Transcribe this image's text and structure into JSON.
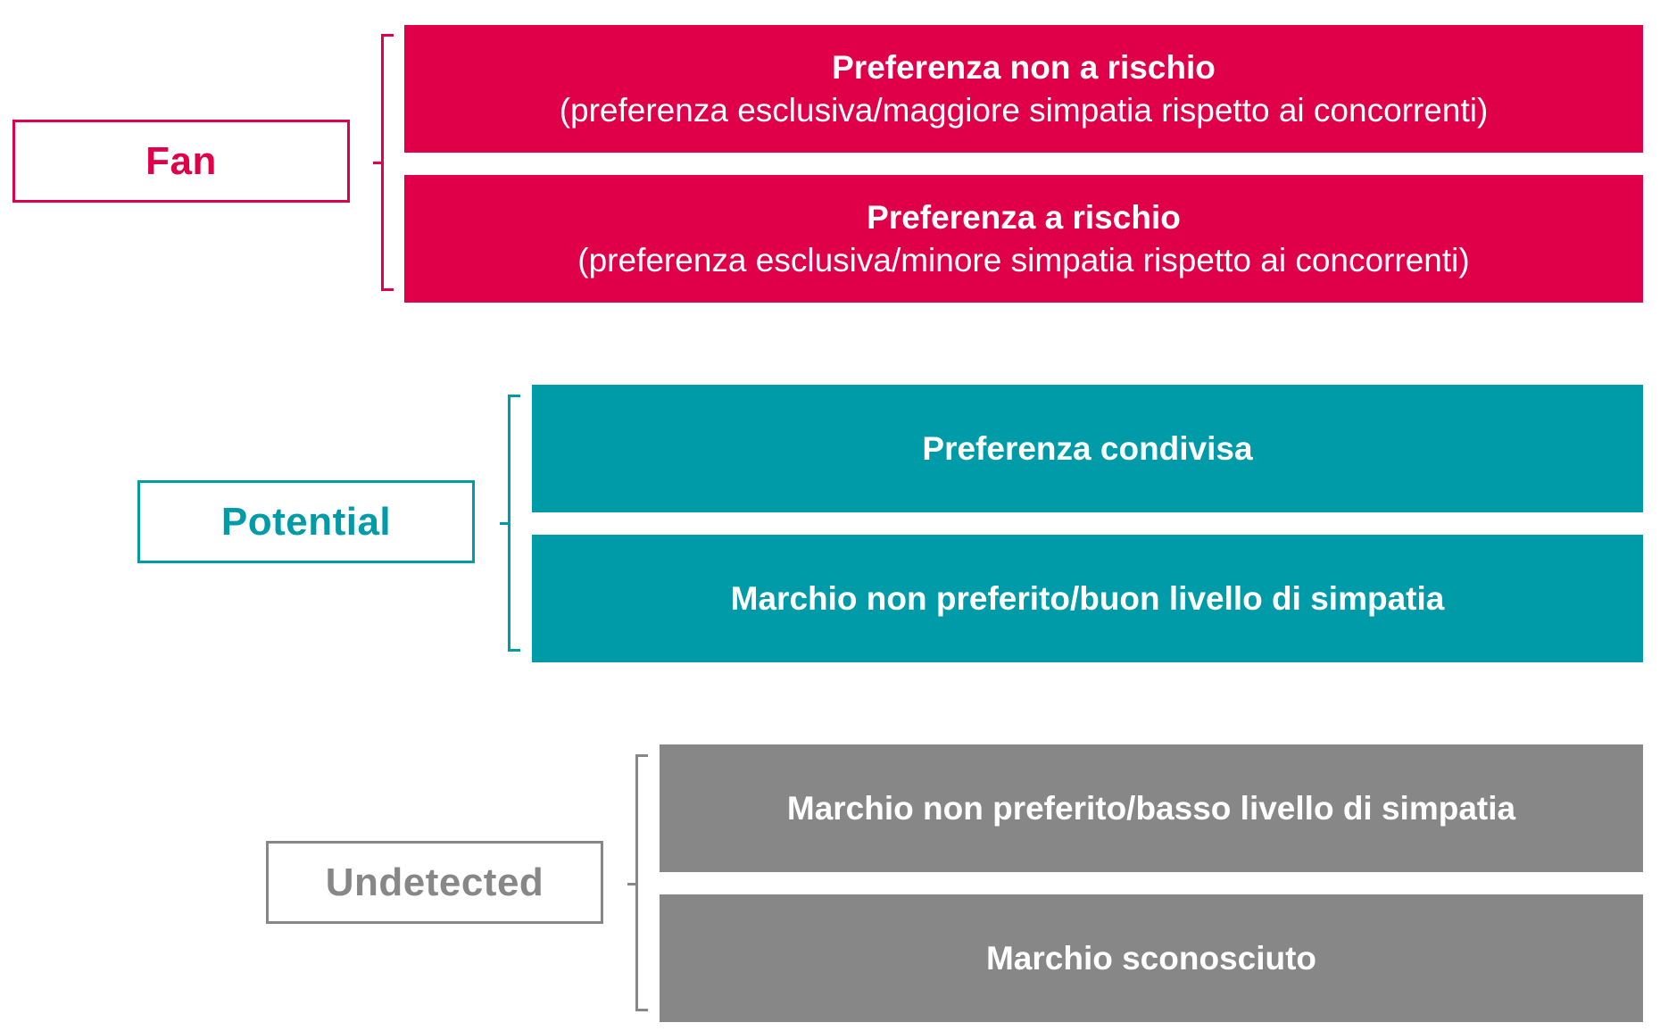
{
  "colors": {
    "fan": "#e0004a",
    "potential": "#009ba8",
    "undetected": "#878787"
  },
  "groups": [
    {
      "label": "Fan",
      "bars": [
        {
          "title": "Preferenza non a rischio",
          "subtitle": "(preferenza esclusiva/maggiore simpatia rispetto ai concorrenti)"
        },
        {
          "title": "Preferenza a rischio",
          "subtitle": "(preferenza esclusiva/minore simpatia rispetto ai concorrenti)"
        }
      ]
    },
    {
      "label": "Potential",
      "bars": [
        {
          "title": "Preferenza condivisa",
          "subtitle": ""
        },
        {
          "title": "Marchio non preferito/buon livello di simpatia",
          "subtitle": ""
        }
      ]
    },
    {
      "label": "Undetected",
      "bars": [
        {
          "title": "Marchio non preferito/basso livello di simpatia",
          "subtitle": ""
        },
        {
          "title": "Marchio sconosciuto",
          "subtitle": ""
        }
      ]
    }
  ]
}
